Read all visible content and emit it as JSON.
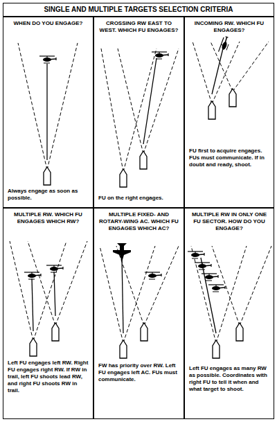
{
  "diagram": {
    "title": "SINGLE AND MULTIPLE TARGETS SELECTION CRITERIA",
    "nodes": [
      {
        "text": [
          "WHEN DO YOU ENGAGE?",
          "Always engage as soon as possible."
        ]
      },
      {
        "text": [
          "CROSSING RW EAST TO WEST. WHICH FU ENGAGES?",
          "FU on the right engages."
        ]
      },
      {
        "text": [
          "INCOMING RW. WHICH FU ENGAGES?",
          "FU first to acquire engages. FUs must communicate. If in doubt and ready, shoot."
        ]
      },
      {
        "text": [
          "MULTIPLE RW. WHICH FU ENGAGES WHICH RW?",
          "Left FU engages left RW. Right FU engages right RW. If RW in trail, left FU shoots lead RW, and right FU shoots RW in trail."
        ]
      },
      {
        "text": [
          "MULTIPLE FIXED- AND ROTARY-WING AC. WHICH FU ENGAGES WHICH AC?",
          "FW has priority over RW. Left FU engages left AC. FUs must communicate."
        ]
      },
      {
        "text": [
          "MULTIPLE RW IN ONLY ONE FU SECTOR. HOW DO YOU ENGAGE?",
          "Left FU engages as many RW as possible. Coordinates with right FU to tell it when and what target to shoot."
        ]
      }
    ]
  }
}
